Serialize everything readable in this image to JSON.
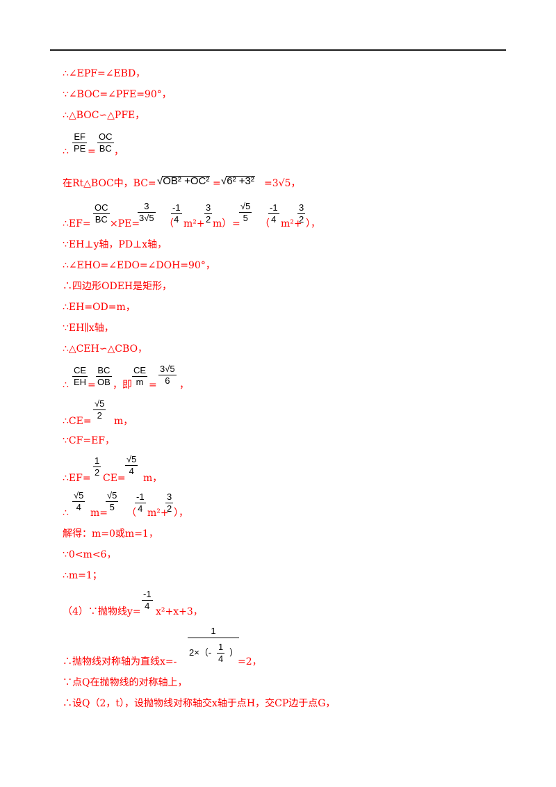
{
  "lines": [
    "∴∠EPF=∠EBD，",
    "∵∠BOC=∠PFE=90°，",
    "∴△BOC∽△PFE，",
    "∴",
    "在Rt△BOC中，BC=",
    "∴EF=",
    "∵EH⊥y轴，PD⊥x轴，",
    "∴∠EHO=∠EDO=∠DOH=90°，",
    "∴四边形ODEH是矩形，",
    "∴EH=OD=m，",
    "∵EH∥x轴，",
    "∴△CEH∽△CBO，",
    "∴",
    "∴CE=",
    "∵CF=EF，",
    "∴EF=",
    "∴",
    "解得：m=0或m=1，",
    "∵0<m<6，",
    "∴m=1；",
    "（4）∵抛物线y=",
    "∴抛物线对称轴为直线x=-",
    "∵点Q在抛物线的对称轴上，",
    "∴设Q（2，t），设抛物线对称轴交x轴于点H，交CP边于点G，"
  ],
  "fragments": {
    "eq": "=",
    "comma": "，",
    "ef": "EF",
    "pe": "PE",
    "oc": "OC",
    "bc": "BC",
    "sqrt_sum1": "OB² +OC²",
    "sqrt_sum2": "6² +3²",
    "eq3sqrt5": "=3√5，",
    "bc_pe": "×PE=",
    "three": "3",
    "three_sqrt5": "3√5",
    "paren_open": "（",
    "neg": "-",
    "one": "1",
    "four": "4",
    "m_sq_plus": "m²+",
    "two": "2",
    "m_paren_close": "m）",
    "paren_close_comma": "），",
    "eq_sp": "=",
    "sqrt5": "√5",
    "five": "5",
    "ce": "CE",
    "eh": "EH",
    "ob": "OB",
    "m": "m",
    "six": "6",
    "jimi": "，即",
    "m_comma": "m，",
    "ce_eq": "CE=",
    "m_eq": "m=",
    "x_sq_tail": "x²+x+3，",
    "two_times": "2×（-",
    "close_paren": "）",
    "eq2": "=2，"
  }
}
